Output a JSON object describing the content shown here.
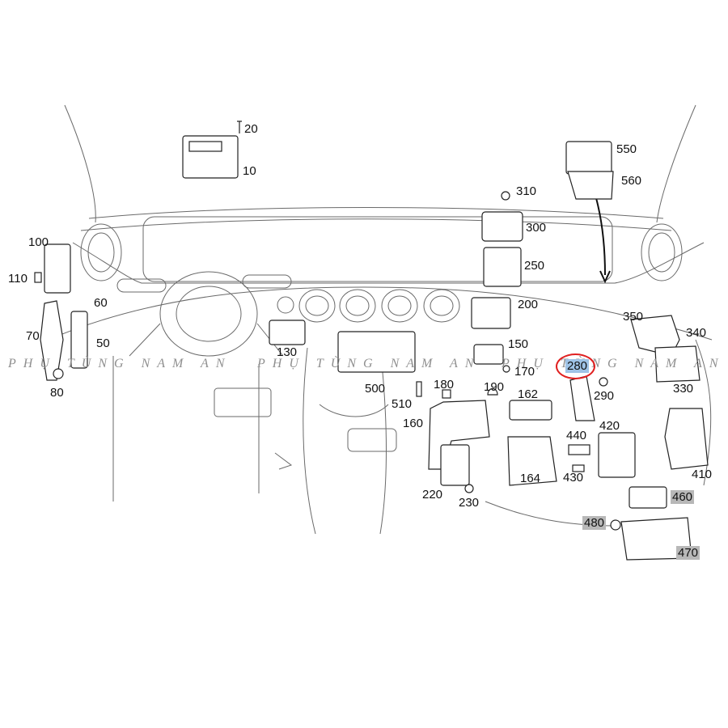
{
  "diagram": {
    "part_labels": [
      {
        "id": "p20",
        "text": "20"
      },
      {
        "id": "p10",
        "text": "10"
      },
      {
        "id": "p550",
        "text": "550"
      },
      {
        "id": "p560",
        "text": "560"
      },
      {
        "id": "p310",
        "text": "310"
      },
      {
        "id": "p300",
        "text": "300"
      },
      {
        "id": "p250",
        "text": "250"
      },
      {
        "id": "p200",
        "text": "200"
      },
      {
        "id": "p100",
        "text": "100"
      },
      {
        "id": "p110",
        "text": "110"
      },
      {
        "id": "p60",
        "text": "60"
      },
      {
        "id": "p70",
        "text": "70"
      },
      {
        "id": "p50",
        "text": "50"
      },
      {
        "id": "p80",
        "text": "80"
      },
      {
        "id": "p130",
        "text": "130"
      },
      {
        "id": "p150",
        "text": "150"
      },
      {
        "id": "p170",
        "text": "170"
      },
      {
        "id": "p350",
        "text": "350"
      },
      {
        "id": "p340",
        "text": "340"
      },
      {
        "id": "p330",
        "text": "330"
      },
      {
        "id": "p290",
        "text": "290"
      },
      {
        "id": "p500",
        "text": "500"
      },
      {
        "id": "p180",
        "text": "180"
      },
      {
        "id": "p190",
        "text": "190"
      },
      {
        "id": "p162",
        "text": "162"
      },
      {
        "id": "p510",
        "text": "510"
      },
      {
        "id": "p160",
        "text": "160"
      },
      {
        "id": "p440",
        "text": "440"
      },
      {
        "id": "p420",
        "text": "420"
      },
      {
        "id": "p164",
        "text": "164"
      },
      {
        "id": "p430",
        "text": "430"
      },
      {
        "id": "p410",
        "text": "410"
      },
      {
        "id": "p220",
        "text": "220"
      },
      {
        "id": "p230",
        "text": "230"
      }
    ],
    "highlighted_labels": [
      {
        "id": "p460",
        "text": "460"
      },
      {
        "id": "p480",
        "text": "480"
      },
      {
        "id": "p470",
        "text": "470"
      }
    ],
    "selected_label": {
      "id": "p280",
      "text": "280"
    },
    "watermark": "PHỤ TÙNG NAM AN",
    "colors": {
      "line": "#555555",
      "highlight_bg": "#b8b8b8",
      "selected_bg": "#9fc3e6",
      "selected_ring": "#e02020",
      "watermark": "#8f8f8f"
    }
  }
}
